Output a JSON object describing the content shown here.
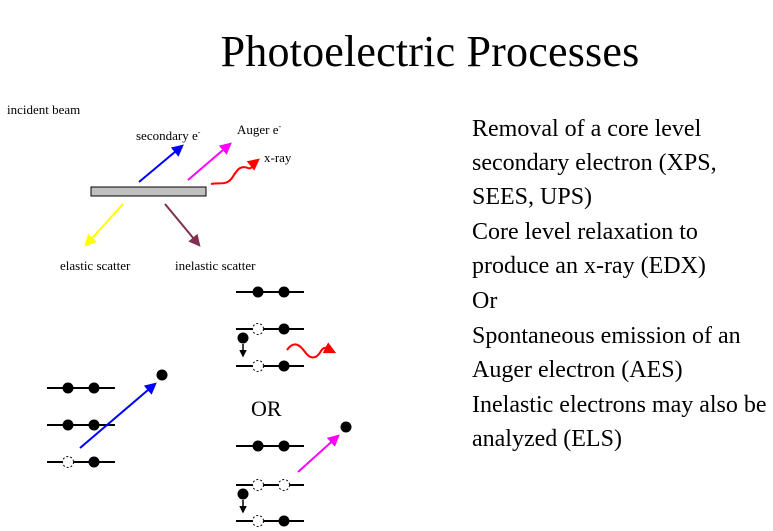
{
  "slide": {
    "title": "Photoelectric Processes"
  },
  "diagram": {
    "incident_beam": "incident beam",
    "secondary_e": "secondary e",
    "auger_e": "Auger e",
    "superscript": "-",
    "xray": "x-ray",
    "elastic_scatter": "elastic scatter",
    "inelastic_scatter": "inelastic scatter",
    "or": "OR",
    "colors": {
      "secondary_arrow": "#0000ff",
      "auger_arrow": "#ff00ff",
      "xray_arrow": "#ff0000",
      "elastic_arrow": "#ffff00",
      "inelastic_arrow": "#7f2f4f",
      "sample": "#c0c0c0"
    }
  },
  "bullets": [
    "Removal of a core level secondary electron (XPS, SEES, UPS)",
    "Core level relaxation to produce an x-ray (EDX)",
    "Or",
    "Spontaneous emission of an Auger electron (AES)",
    "Inelastic electrons may also be analyzed (ELS)"
  ]
}
